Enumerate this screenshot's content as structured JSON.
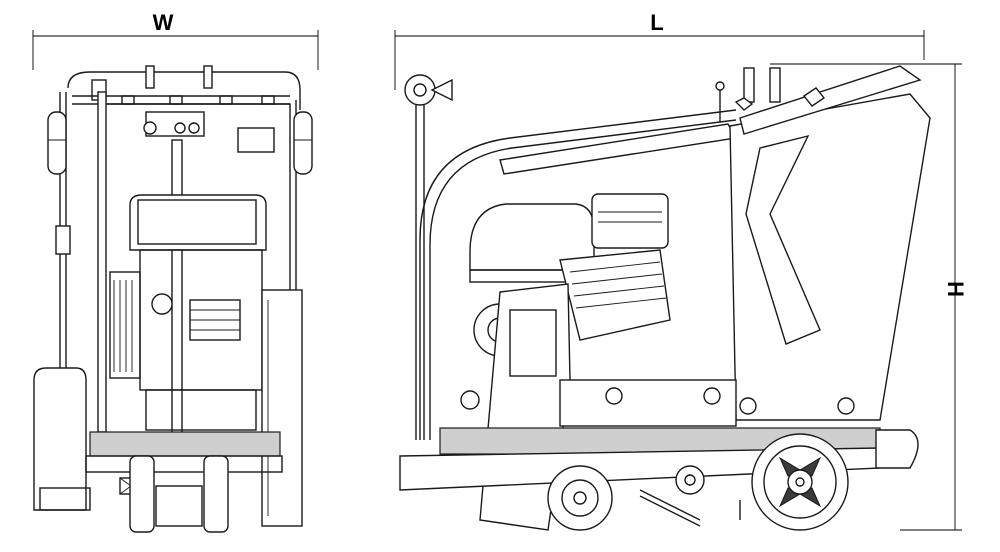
{
  "dimensions": {
    "width_label": "W",
    "length_label": "L",
    "height_label": "H"
  },
  "views": [
    "front-view",
    "side-view"
  ],
  "colors": {
    "line": "#1a1a1a",
    "shade": "#cfcfcf",
    "background": "#ffffff"
  }
}
